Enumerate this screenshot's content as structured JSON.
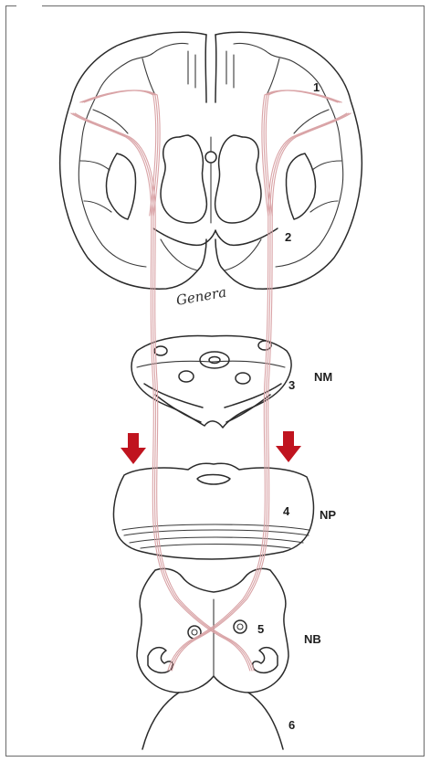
{
  "labels": {
    "num1": "1",
    "num2": "2",
    "num3": "3",
    "num4": "4",
    "num5": "5",
    "num6": "6",
    "nm": "NM",
    "np": "NP",
    "nb": "NB"
  },
  "signature": "Genera",
  "colors": {
    "outline": "#2b2b2b",
    "tract": "#d9a3a6",
    "arrow": "#c0141f",
    "frame": "#6a6a6a"
  }
}
